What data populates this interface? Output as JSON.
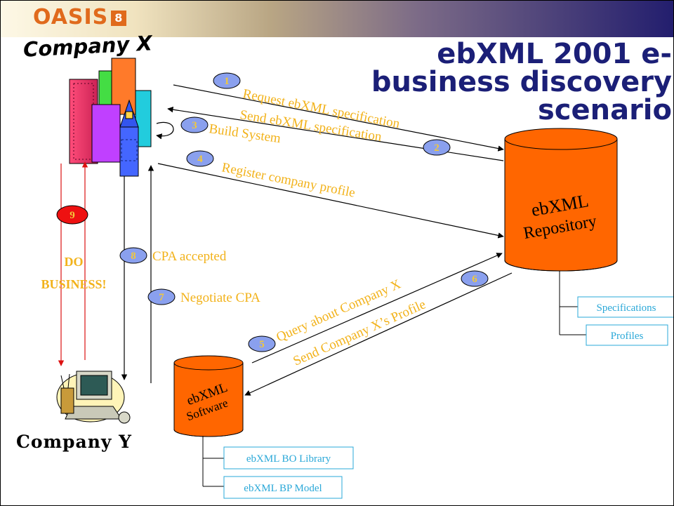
{
  "header": {
    "logo_text": "OASIS",
    "logo_mark": "8"
  },
  "title": {
    "line1": "ebXML 2001 e-",
    "line2": "business discovery",
    "line3": "scenario"
  },
  "company_x": "Company X",
  "company_y": "Company Y",
  "repository": {
    "line1": "ebXML",
    "line2": "Repository"
  },
  "software": {
    "line1": "ebXML",
    "line2": "Software"
  },
  "steps": [
    {
      "num": "1",
      "label": "Request ebXML specification"
    },
    {
      "num": "2",
      "label": "Send ebXML specification"
    },
    {
      "num": "3",
      "label": "Build System"
    },
    {
      "num": "4",
      "label": "Register company profile"
    },
    {
      "num": "5",
      "label": "Query about Company X"
    },
    {
      "num": "6",
      "label": "Send Company X’s Profile"
    },
    {
      "num": "7",
      "label": "Negotiate CPA"
    },
    {
      "num": "8",
      "label": "CPA accepted"
    },
    {
      "num": "9",
      "label_line1": "DO",
      "label_line2": "BUSINESS!"
    }
  ],
  "repository_items": [
    "Specifications",
    "Profiles"
  ],
  "software_items": [
    "ebXML BO Library",
    "ebXML BP Model"
  ],
  "colors": {
    "orange": "#ff6600",
    "label": "#f2b21a",
    "badge": "#8aa0ee",
    "red_badge": "#ee1111",
    "title": "#1b1f77",
    "box": "#2aa8d8"
  }
}
